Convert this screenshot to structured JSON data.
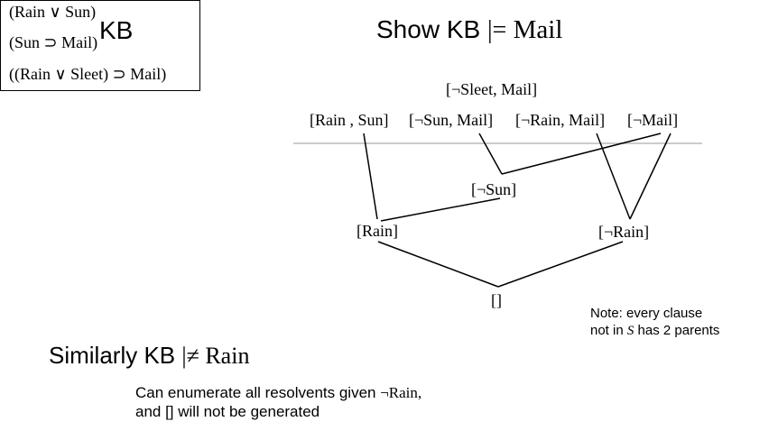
{
  "kb": {
    "title": "KB",
    "clauses": [
      "(Rain ∨ Sun)",
      "(Sun ⊃ Mail)",
      "((Rain ∨ Sleet)  ⊃  Mail)"
    ]
  },
  "show": {
    "prefix": "Show  KB ",
    "entails": "|=",
    "goal": " Mail"
  },
  "graph": {
    "top": "[¬Sleet, Mail]",
    "c_rain_sun": "[Rain , Sun]",
    "c_notsun_mail": "[¬Sun, Mail]",
    "c_notrain_mail": "[¬Rain, Mail]",
    "c_notmail": "[¬Mail]",
    "c_notsun": "[¬Sun]",
    "c_rain": "[Rain]",
    "c_notrain": "[¬Rain]",
    "c_empty": "[]"
  },
  "note": {
    "line1": "Note: every clause",
    "line2_pre": "not in ",
    "line2_s": "S",
    "line2_post": " has 2 parents"
  },
  "similarly": {
    "prefix": "Similarly   KB ",
    "not_entails": "|≠",
    "goal": " Rain"
  },
  "enumerate": {
    "line1_pre": "Can enumerate all resolvents given ",
    "line1_sym": "¬Rain,",
    "line2": "and [] will not be generated"
  }
}
